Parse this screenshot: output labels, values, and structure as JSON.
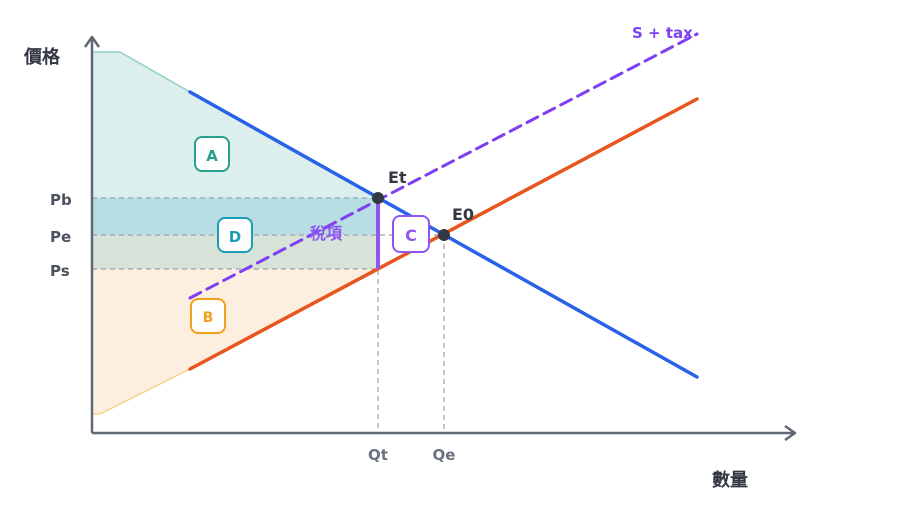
{
  "axes": {
    "y_label": "價格",
    "x_label": "數量"
  },
  "price_ticks": {
    "pb": "Pb",
    "pe": "Pe",
    "ps": "Ps"
  },
  "quantity_ticks": {
    "qt": "Qt",
    "qe": "Qe"
  },
  "curves": {
    "supply_tax_label": "S + tax"
  },
  "points": {
    "et": "Et",
    "e0": "E0"
  },
  "areas": {
    "a": "A",
    "b": "B",
    "c": "C",
    "d": "D"
  },
  "tax_label": "稅項",
  "colors": {
    "demand": "#2962e8",
    "supply": "#e8551e",
    "supply_tax": "#7e3ff2",
    "area_a": "#dcefec",
    "area_d": "#b8dde3",
    "area_pe_ps": "#d7e3d8",
    "area_b": "#fdefdf",
    "badge_a": "#27a08f",
    "badge_b": "#f3a11c",
    "badge_c": "#8f55f0",
    "badge_d": "#1b9db5",
    "axis": "#606875"
  }
}
